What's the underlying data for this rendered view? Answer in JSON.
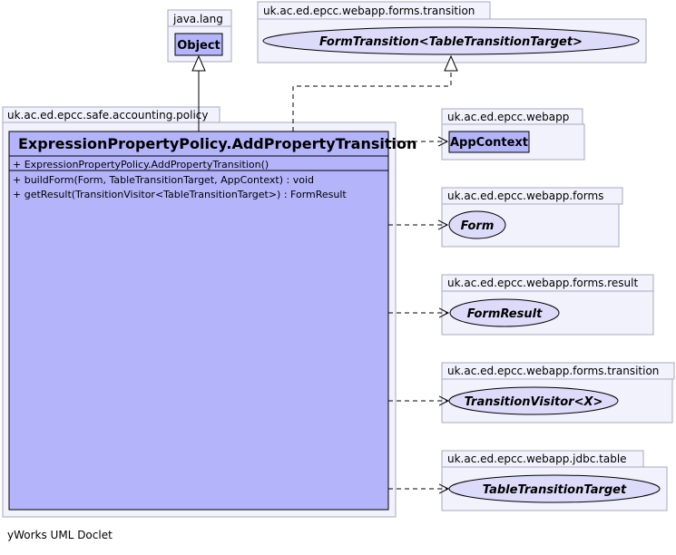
{
  "diagram": {
    "packages": {
      "java_lang": "java.lang",
      "forms_transition_top": "uk.ac.ed.epcc.webapp.forms.transition",
      "safe_policy": "uk.ac.ed.epcc.safe.accounting.policy",
      "webapp": "uk.ac.ed.epcc.webapp",
      "forms": "uk.ac.ed.epcc.webapp.forms",
      "forms_result": "uk.ac.ed.epcc.webapp.forms.result",
      "forms_transition": "uk.ac.ed.epcc.webapp.forms.transition",
      "jdbc_table": "uk.ac.ed.epcc.webapp.jdbc.table"
    },
    "classes": {
      "object": "Object",
      "form_transition": "FormTransition<TableTransitionTarget>",
      "app_context": "AppContext",
      "form": "Form",
      "form_result": "FormResult",
      "transition_visitor": "TransitionVisitor<X>",
      "table_transition_target": "TableTransitionTarget"
    },
    "main_class": {
      "name": "ExpressionPropertyPolicy.AddPropertyTransition",
      "constructor": "+  ExpressionPropertyPolicy.AddPropertyTransition()",
      "methods": [
        "+  buildForm(Form, TableTransitionTarget, AppContext) : void",
        "+  getResult(TransitionVisitor<TableTransitionTarget>) : FormResult"
      ]
    },
    "colors": {
      "package_fill": "#f2f2fd",
      "package_border": "#a8a8c0",
      "class_fill": "#b4b4fb",
      "interface_fill": "#dcdcfa",
      "line": "#000000"
    }
  },
  "footer": {
    "label": "yWorks UML Doclet"
  }
}
